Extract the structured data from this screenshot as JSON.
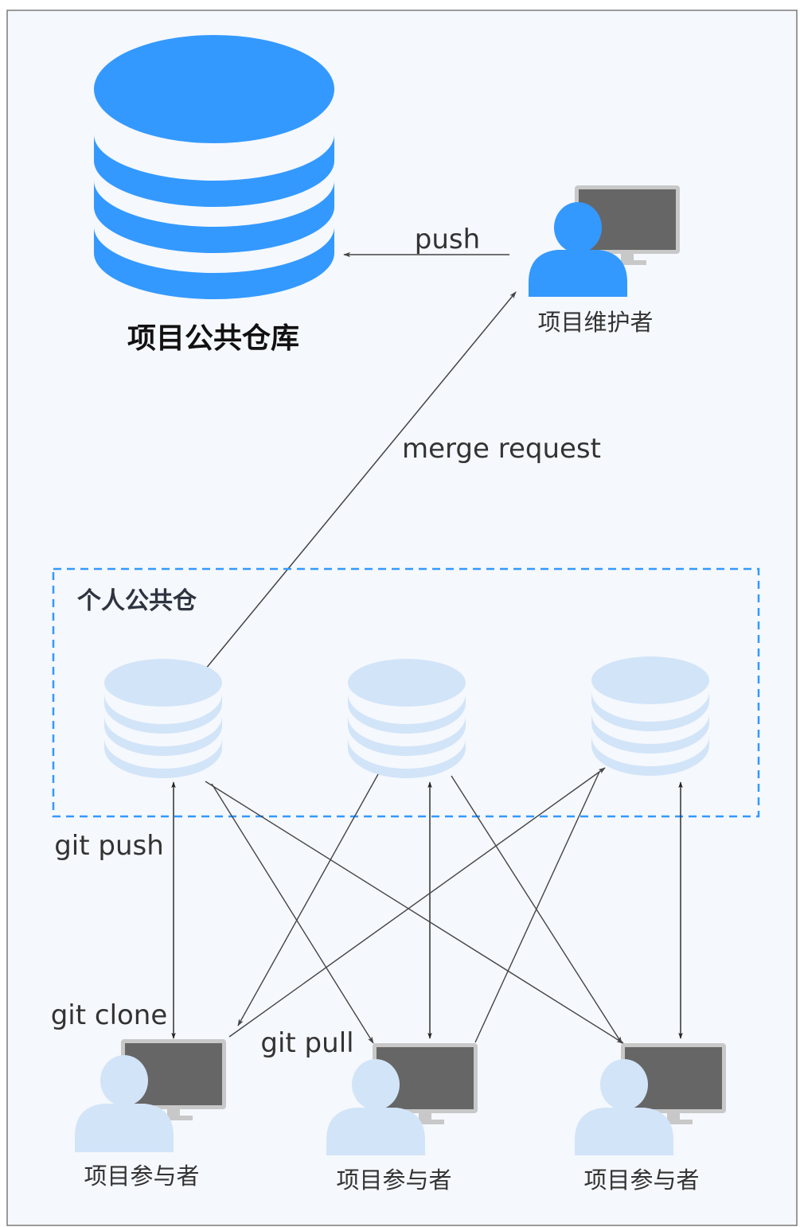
{
  "diagram": {
    "colors": {
      "background": "#f5f8fd",
      "frame": "#7a7a7a",
      "primary_blue": "#3399ff",
      "light_blue": "#d2e4f8",
      "monitor": "#666666",
      "monitor_frame": "#c8c8c8",
      "edge": "#444444",
      "text": "#333333",
      "group_border": "#3399ff"
    },
    "nodes": {
      "central_repo": {
        "icon": "database-icon",
        "label": "项目公共仓库"
      },
      "maintainer": {
        "icon": "user-computer-icon",
        "label": "项目维护者"
      },
      "group": {
        "label": "个人公共仓"
      },
      "personal_repos": [
        {
          "icon": "database-icon"
        },
        {
          "icon": "database-icon"
        },
        {
          "icon": "database-icon"
        }
      ],
      "participants": [
        {
          "icon": "user-computer-icon",
          "label": "项目参与者"
        },
        {
          "icon": "user-computer-icon",
          "label": "项目参与者"
        },
        {
          "icon": "user-computer-icon",
          "label": "项目参与者"
        }
      ]
    },
    "edges": {
      "push": "push",
      "merge_request": "merge request",
      "git_push": "git push",
      "git_clone": "git clone",
      "git_pull": "git pull"
    }
  }
}
